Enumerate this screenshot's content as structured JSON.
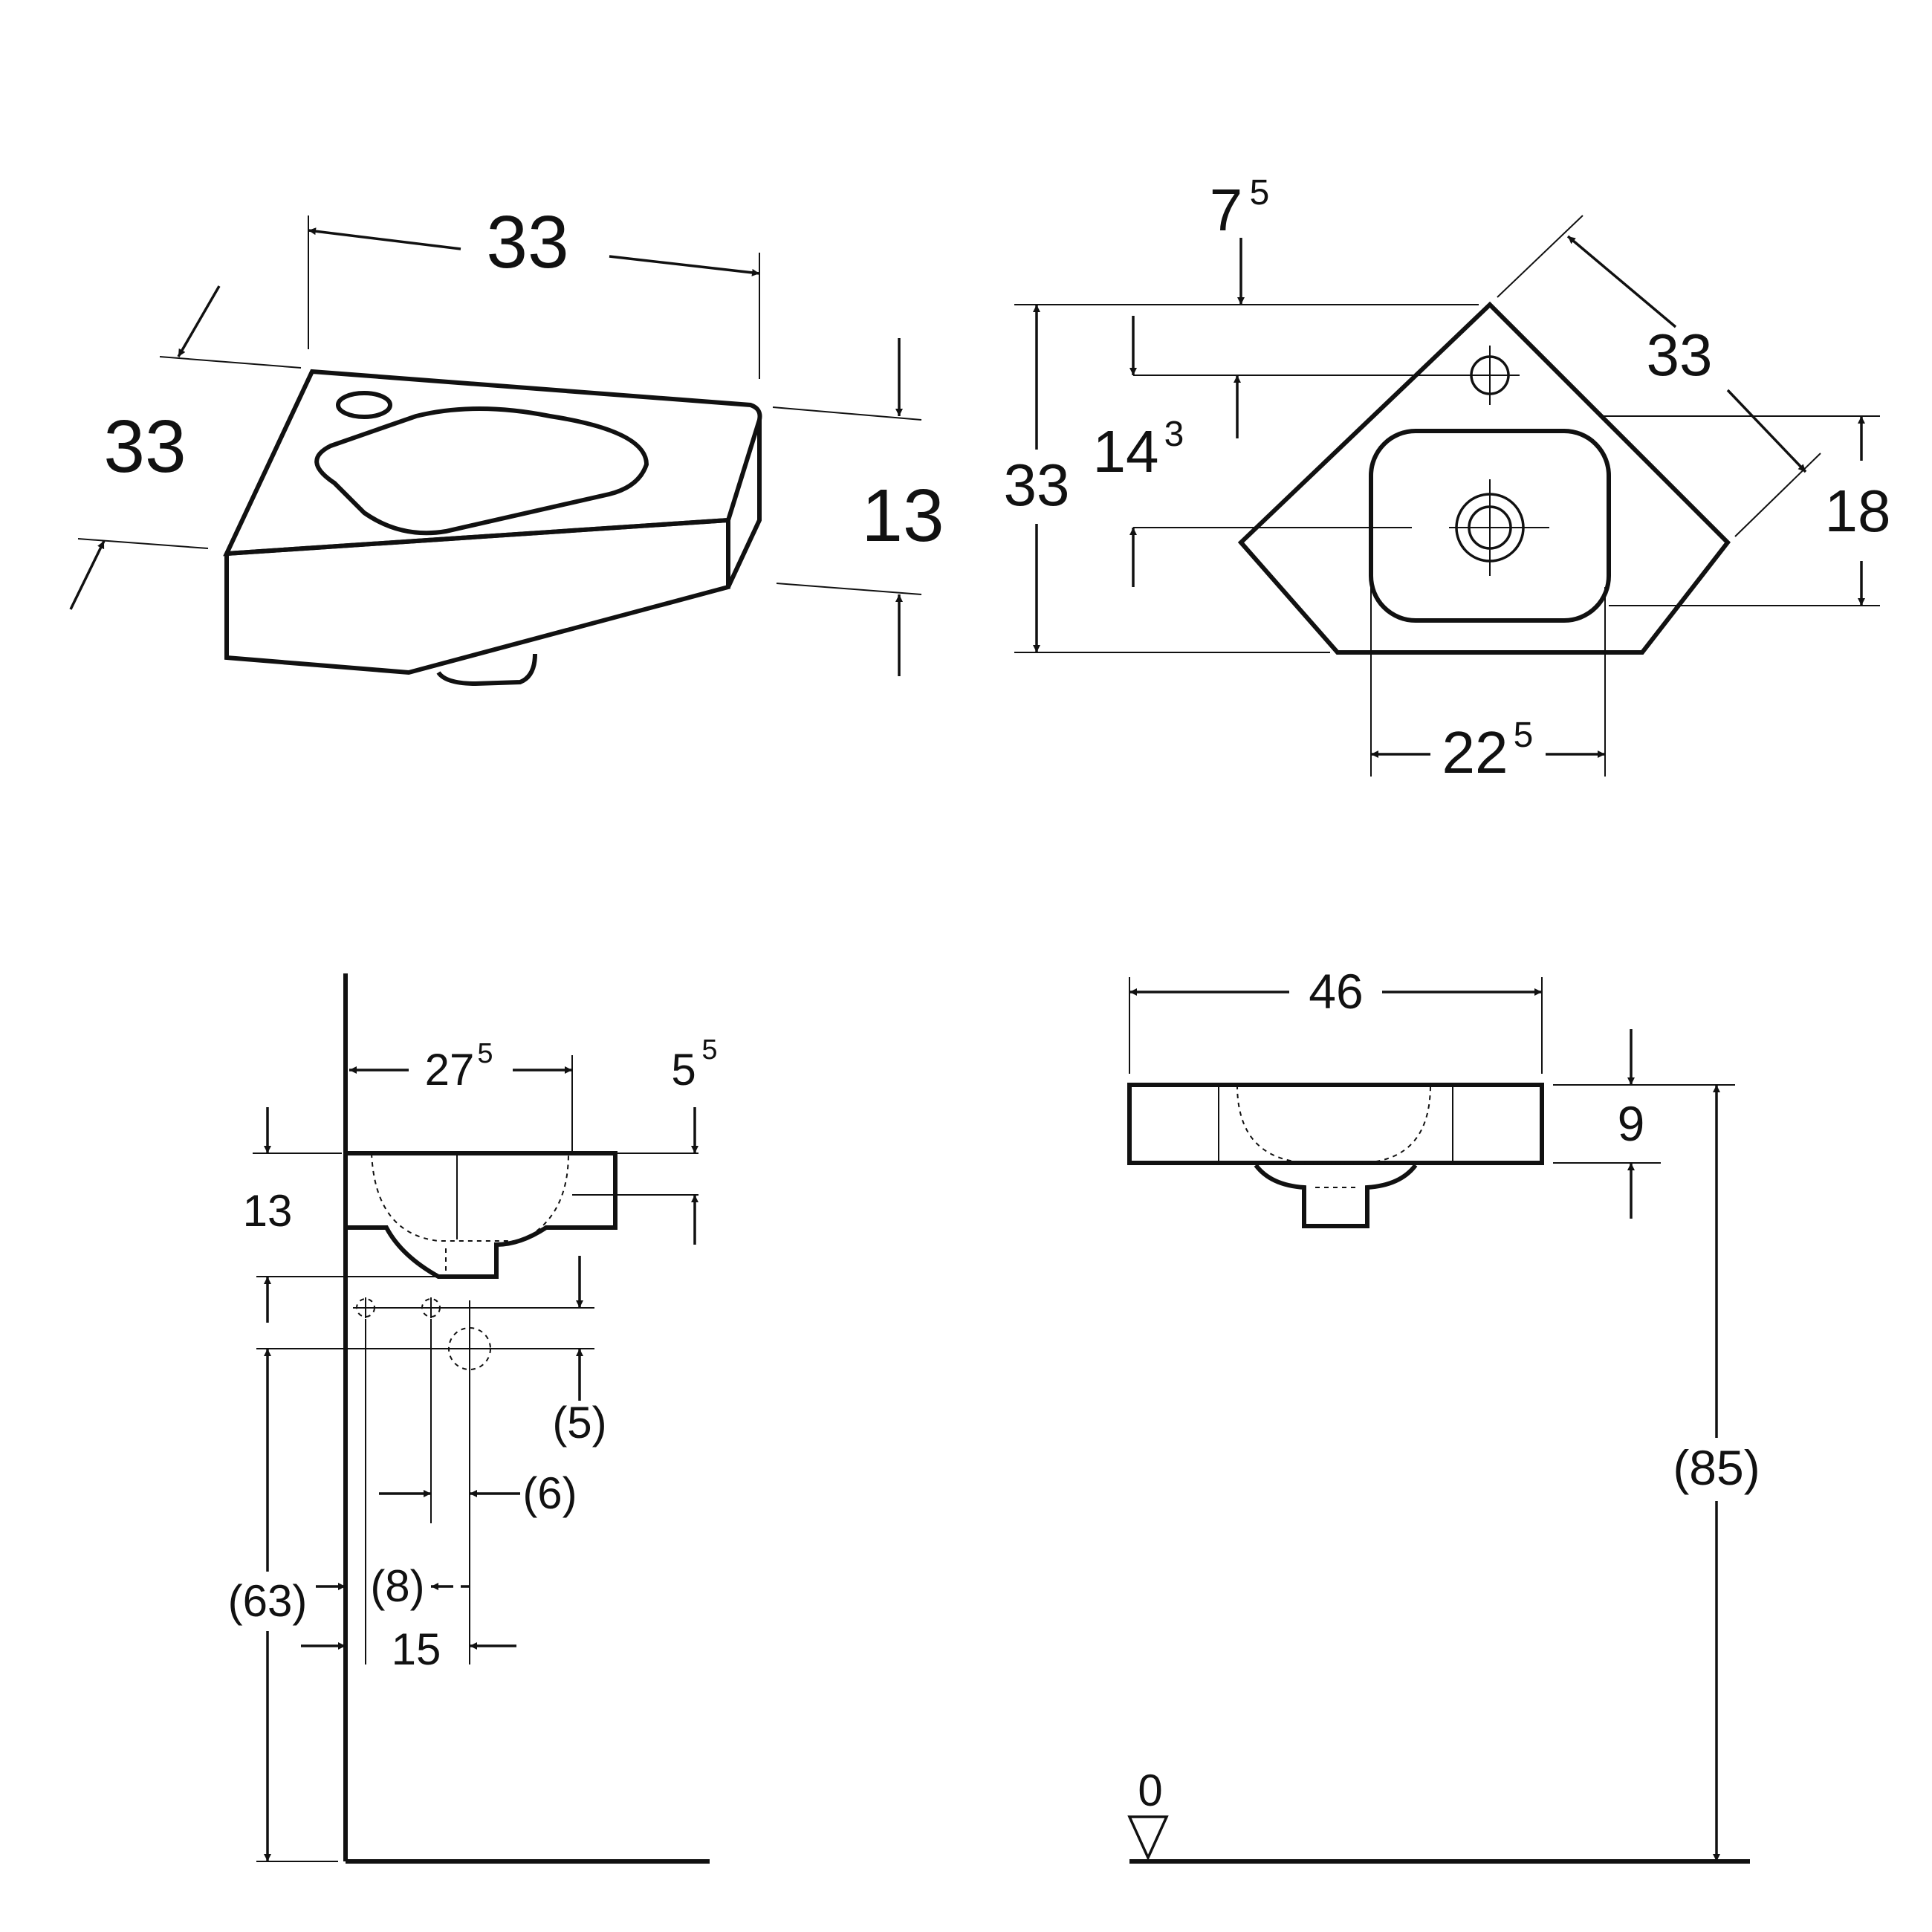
{
  "diagram": {
    "colors": {
      "line": "#111111",
      "background": "#ffffff"
    },
    "isometric_view": {
      "width_label": "33",
      "depth_label": "33",
      "height_label": "13"
    },
    "top_view": {
      "offset_main": "7",
      "offset_sup": "5",
      "diagonal_label": "33",
      "overall_label": "33",
      "tap_offset_main": "14",
      "tap_offset_sup": "3",
      "bowl_height_label": "18",
      "bowl_width_main": "22",
      "bowl_width_sup": "5"
    },
    "side_view": {
      "depth_main": "27",
      "depth_sup": "5",
      "edge_main": "5",
      "edge_sup": "5",
      "height_label": "13",
      "label_5": "(5)",
      "label_6": "(6)",
      "label_63": "(63)",
      "label_8": "(8)",
      "label_15": "15"
    },
    "front_view": {
      "width_label": "46",
      "height_label": "9",
      "mount_height_label": "(85)",
      "floor_label": "0"
    }
  }
}
